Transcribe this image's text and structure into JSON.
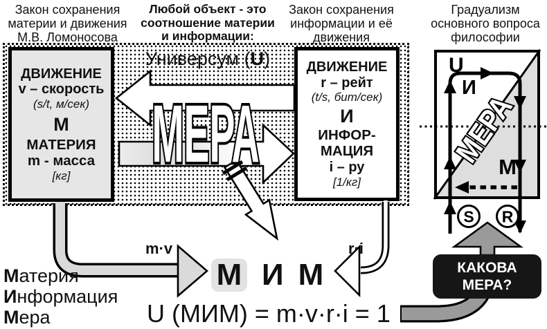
{
  "headers": {
    "law_matter": [
      "Закон сохранения",
      "материи и движения",
      "М.В. Ломоносова"
    ],
    "any_object": [
      "Любой объект - это",
      "соотношение материи",
      "и информации:"
    ],
    "law_info": [
      "Закон сохранения",
      "информации и её",
      "движения"
    ],
    "gradualism": [
      "Градуализм",
      "основного вопроса",
      "философии"
    ]
  },
  "universum": {
    "prefix": "Универсум (",
    "u": "U",
    "suffix": ")"
  },
  "mera_big": "МЕРА",
  "left_box": {
    "title": "ДВИЖЕНИЕ",
    "speed": "v – скорость",
    "units": "(s/t, м/сек)",
    "letter": "М",
    "category": "МАТЕРИЯ",
    "mass": "m - масса",
    "dim": "[кг]"
  },
  "right_box": {
    "title": "ДВИЖЕНИЕ",
    "rate": "r – рейт",
    "units": "(t/s, бит/сек)",
    "letter": "И",
    "category1": "ИНФОР-",
    "category2": "МАЦИЯ",
    "rate_letter": "i – ру",
    "dim": "[1/кг]"
  },
  "labels": {
    "mv": "m·v",
    "ri": "r·i",
    "mim": [
      "М",
      "И",
      "М"
    ]
  },
  "formula": "U (МИМ) = m·v·r·i = 1",
  "legend": [
    {
      "bold": "М",
      "rest": "атерия"
    },
    {
      "bold": "И",
      "rest": "нформация"
    },
    {
      "bold": "М",
      "rest": "ера"
    }
  ],
  "diagram": {
    "u": "U",
    "i": "И",
    "m": "М",
    "mera": "МЕРА",
    "s": "S",
    "r": "R"
  },
  "question_box": [
    "КАКОВА",
    "МЕРА?"
  ],
  "colors": {
    "panel_gray": "#e6e6e6",
    "arrow_light_gray": "#dcdcdc",
    "arrow_dark_gray": "#9a9a9a",
    "triangle_gray": "#dedede",
    "mim_badge_gray": "#e2e2e2",
    "question_box_black": "#161616"
  }
}
